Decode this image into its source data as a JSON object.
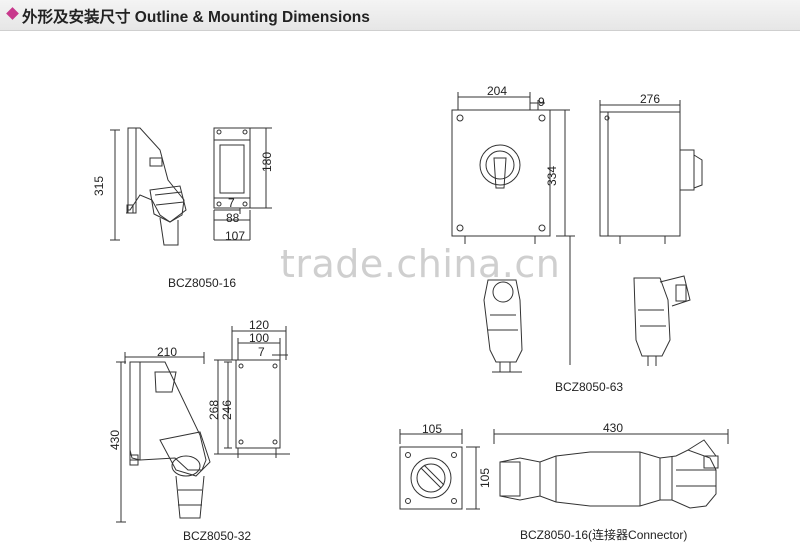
{
  "header": {
    "title": "外形及安装尺寸 Outline & Mounting Dimensions",
    "accent_color": "#c8388c"
  },
  "watermark": "trade.china.cn",
  "drawings": {
    "bcz16": {
      "label": "BCZ8050-16",
      "dims": {
        "d315": "315",
        "d180": "180",
        "d7": "7",
        "d88": "88",
        "d107": "107"
      }
    },
    "bcz63": {
      "label": "BCZ8050-63",
      "dims": {
        "d204": "204",
        "d9": "9",
        "d334": "334",
        "d276": "276"
      }
    },
    "bcz32": {
      "label": "BCZ8050-32",
      "dims": {
        "d210": "210",
        "d430": "430",
        "d120": "120",
        "d100": "100",
        "d7": "7",
        "d268": "268",
        "d246": "246"
      }
    },
    "connector": {
      "label": "BCZ8050-16(连接器Connector)",
      "dims": {
        "d105a": "105",
        "d105b": "105",
        "d430": "430"
      }
    }
  }
}
